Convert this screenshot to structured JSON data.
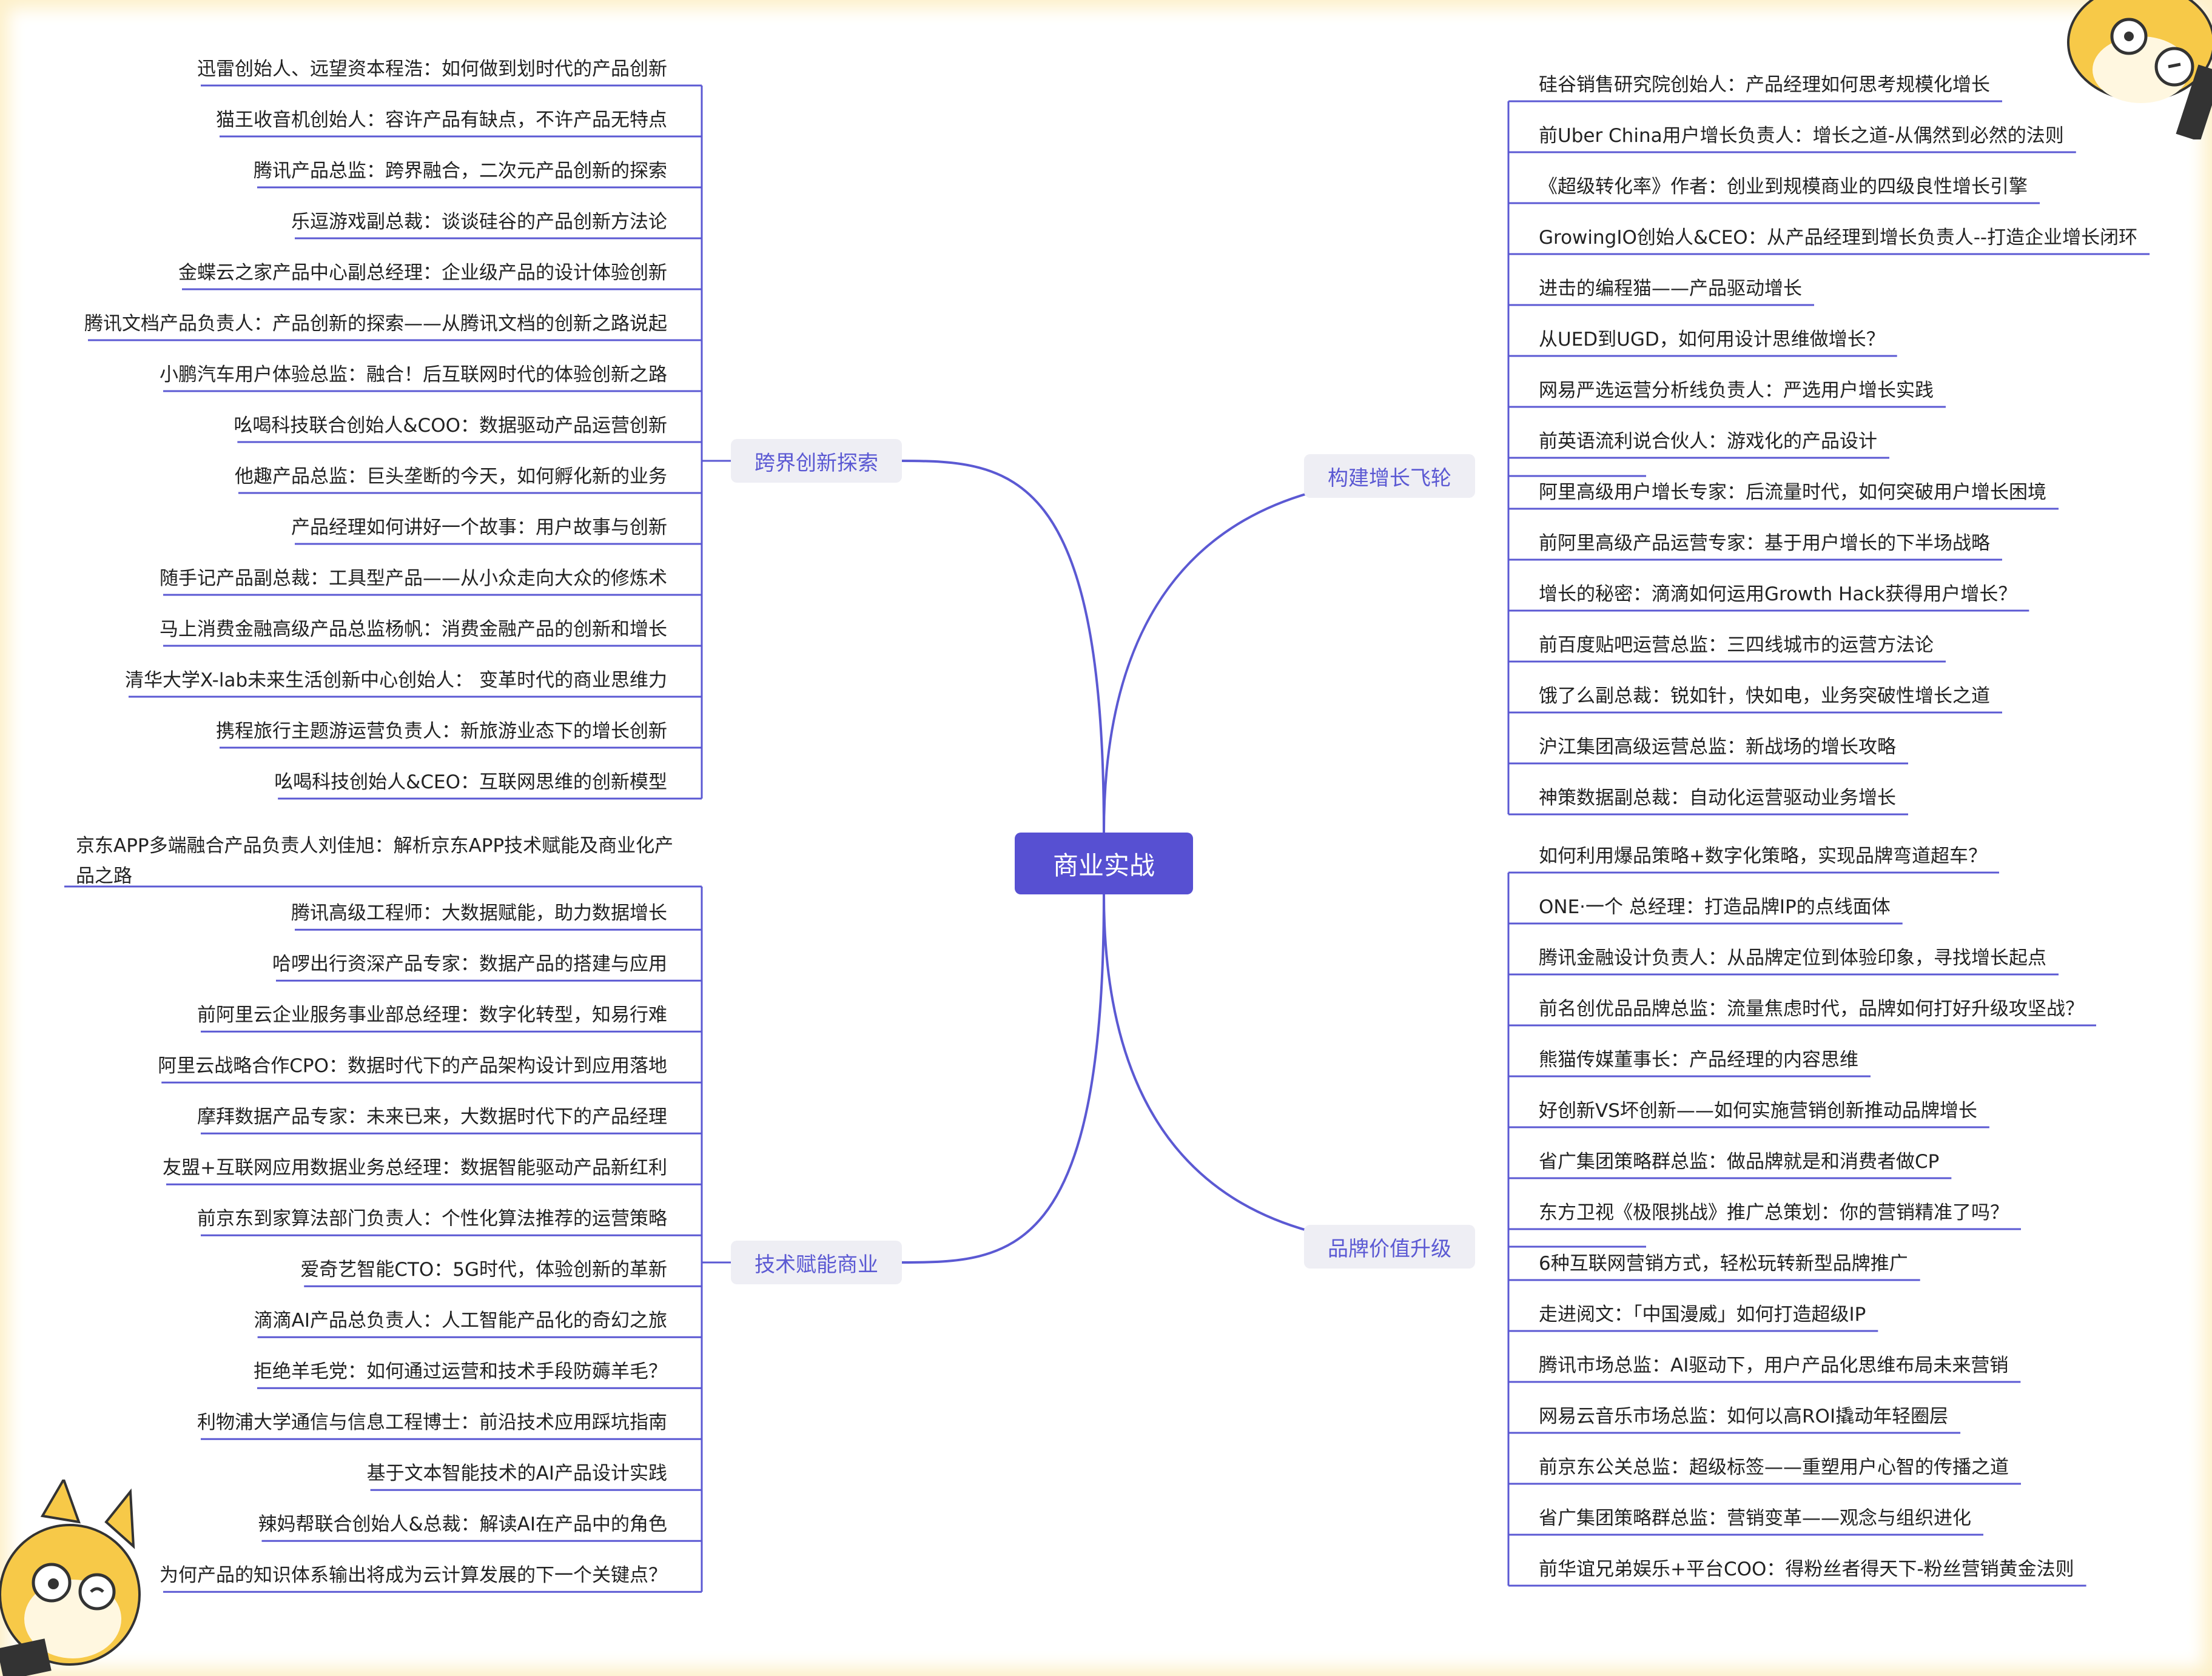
{
  "root": {
    "label": "商业实战"
  },
  "colors": {
    "line": "#5b59d3",
    "root": "#5750d2",
    "branch_bg": "#eeeef4",
    "frame": "#fdf0c9",
    "mascot": "#f7c948"
  },
  "icons": [
    "mascot-icon"
  ],
  "branches": [
    {
      "label": "跨界创新探索",
      "items": [
        "迅雷创始人、远望资本程浩：如何做到划时代的产品创新",
        "猫王收音机创始人：容许产品有缺点，不许产品无特点",
        "腾讯产品总监：跨界融合，二次元产品创新的探索",
        "乐逗游戏副总裁：谈谈硅谷的产品创新方法论",
        "金蝶云之家产品中心副总经理：企业级产品的设计体验创新",
        "腾讯文档产品负责人：产品创新的探索——从腾讯文档的创新之路说起",
        "小鹏汽车用户体验总监：融合！后互联网时代的体验创新之路",
        "吆喝科技联合创始人&COO：数据驱动产品运营创新",
        "他趣产品总监：巨头垄断的今天，如何孵化新的业务",
        "产品经理如何讲好一个故事：用户故事与创新",
        "随手记产品副总裁：工具型产品——从小众走向大众的修炼术",
        "马上消费金融高级产品总监杨帆：消费金融产品的创新和增长",
        "清华大学X-lab未来生活创新中心创始人： 变革时代的商业思维力",
        "携程旅行主题游运营负责人：新旅游业态下的增长创新",
        "吆喝科技创始人&CEO：互联网思维的创新模型"
      ]
    },
    {
      "label": "技术赋能商业",
      "items": [
        "京东APP多端融合产品负责人刘佳旭：解析京东APP技术赋能及商业化产品之路",
        "腾讯高级工程师：大数据赋能，助力数据增长",
        "哈啰出行资深产品专家：数据产品的搭建与应用",
        "前阿里云企业服务事业部总经理：数字化转型，知易行难",
        "阿里云战略合作CPO：数据时代下的产品架构设计到应用落地",
        "摩拜数据产品专家：未来已来，大数据时代下的产品经理",
        "友盟+互联网应用数据业务总经理：数据智能驱动产品新红利",
        "前京东到家算法部门负责人：个性化算法推荐的运营策略",
        "爱奇艺智能CTO：5G时代，体验创新的革新",
        "滴滴AI产品总负责人：人工智能产品化的奇幻之旅",
        "拒绝羊毛党：如何通过运营和技术手段防薅羊毛？",
        "利物浦大学通信与信息工程博士：前沿技术应用踩坑指南",
        "基于文本智能技术的AI产品设计实践",
        "辣妈帮联合创始人&总裁：解读AI在产品中的角色",
        "为何产品的知识体系输出将成为云计算发展的下一个关键点？"
      ]
    },
    {
      "label": "构建增长飞轮",
      "items": [
        "硅谷销售研究院创始人：产品经理如何思考规模化增长",
        "前Uber China用户增长负责人：增长之道-从偶然到必然的法则",
        "《超级转化率》作者：创业到规模商业的四级良性增长引擎",
        "GrowingIO创始人&CEO：从产品经理到增长负责人--打造企业增长闭环",
        "进击的编程猫——产品驱动增长",
        "从UED到UGD，如何用设计思维做增长？",
        "网易严选运营分析线负责人：严选用户增长实践",
        "前英语流利说合伙人：游戏化的产品设计",
        "阿里高级用户增长专家：后流量时代，如何突破用户增长困境",
        "前阿里高级产品运营专家：基于用户增长的下半场战略",
        "增长的秘密：滴滴如何运用Growth Hack获得用户增长？",
        "前百度贴吧运营总监：三四线城市的运营方法论",
        "饿了么副总裁：锐如针，快如电，业务突破性增长之道",
        "沪江集团高级运营总监：新战场的增长攻略",
        "神策数据副总裁：自动化运营驱动业务增长"
      ]
    },
    {
      "label": "品牌价值升级",
      "items": [
        "如何利用爆品策略+数字化策略，实现品牌弯道超车？",
        "ONE·一个 总经理：打造品牌IP的点线面体",
        "腾讯金融设计负责人：从品牌定位到体验印象，寻找增长起点",
        "前名创优品品牌总监：流量焦虑时代，品牌如何打好升级攻坚战？",
        "熊猫传媒董事长：产品经理的内容思维",
        "好创新VS坏创新——如何实施营销创新推动品牌增长",
        "省广集团策略群总监：做品牌就是和消费者做CP",
        "东方卫视《极限挑战》推广总策划：你的营销精准了吗？",
        "6种互联网营销方式，轻松玩转新型品牌推广",
        "走进阅文：「中国漫威」如何打造超级IP",
        "腾讯市场总监：AI驱动下，用户产品化思维布局未来营销",
        "网易云音乐市场总监：如何以高ROI撬动年轻圈层",
        "前京东公关总监：超级标签——重塑用户心智的传播之道",
        "省广集团策略群总监：营销变革——观念与组织进化",
        "前华谊兄弟娱乐+平台COO：得粉丝者得天下-粉丝营销黄金法则"
      ]
    }
  ]
}
